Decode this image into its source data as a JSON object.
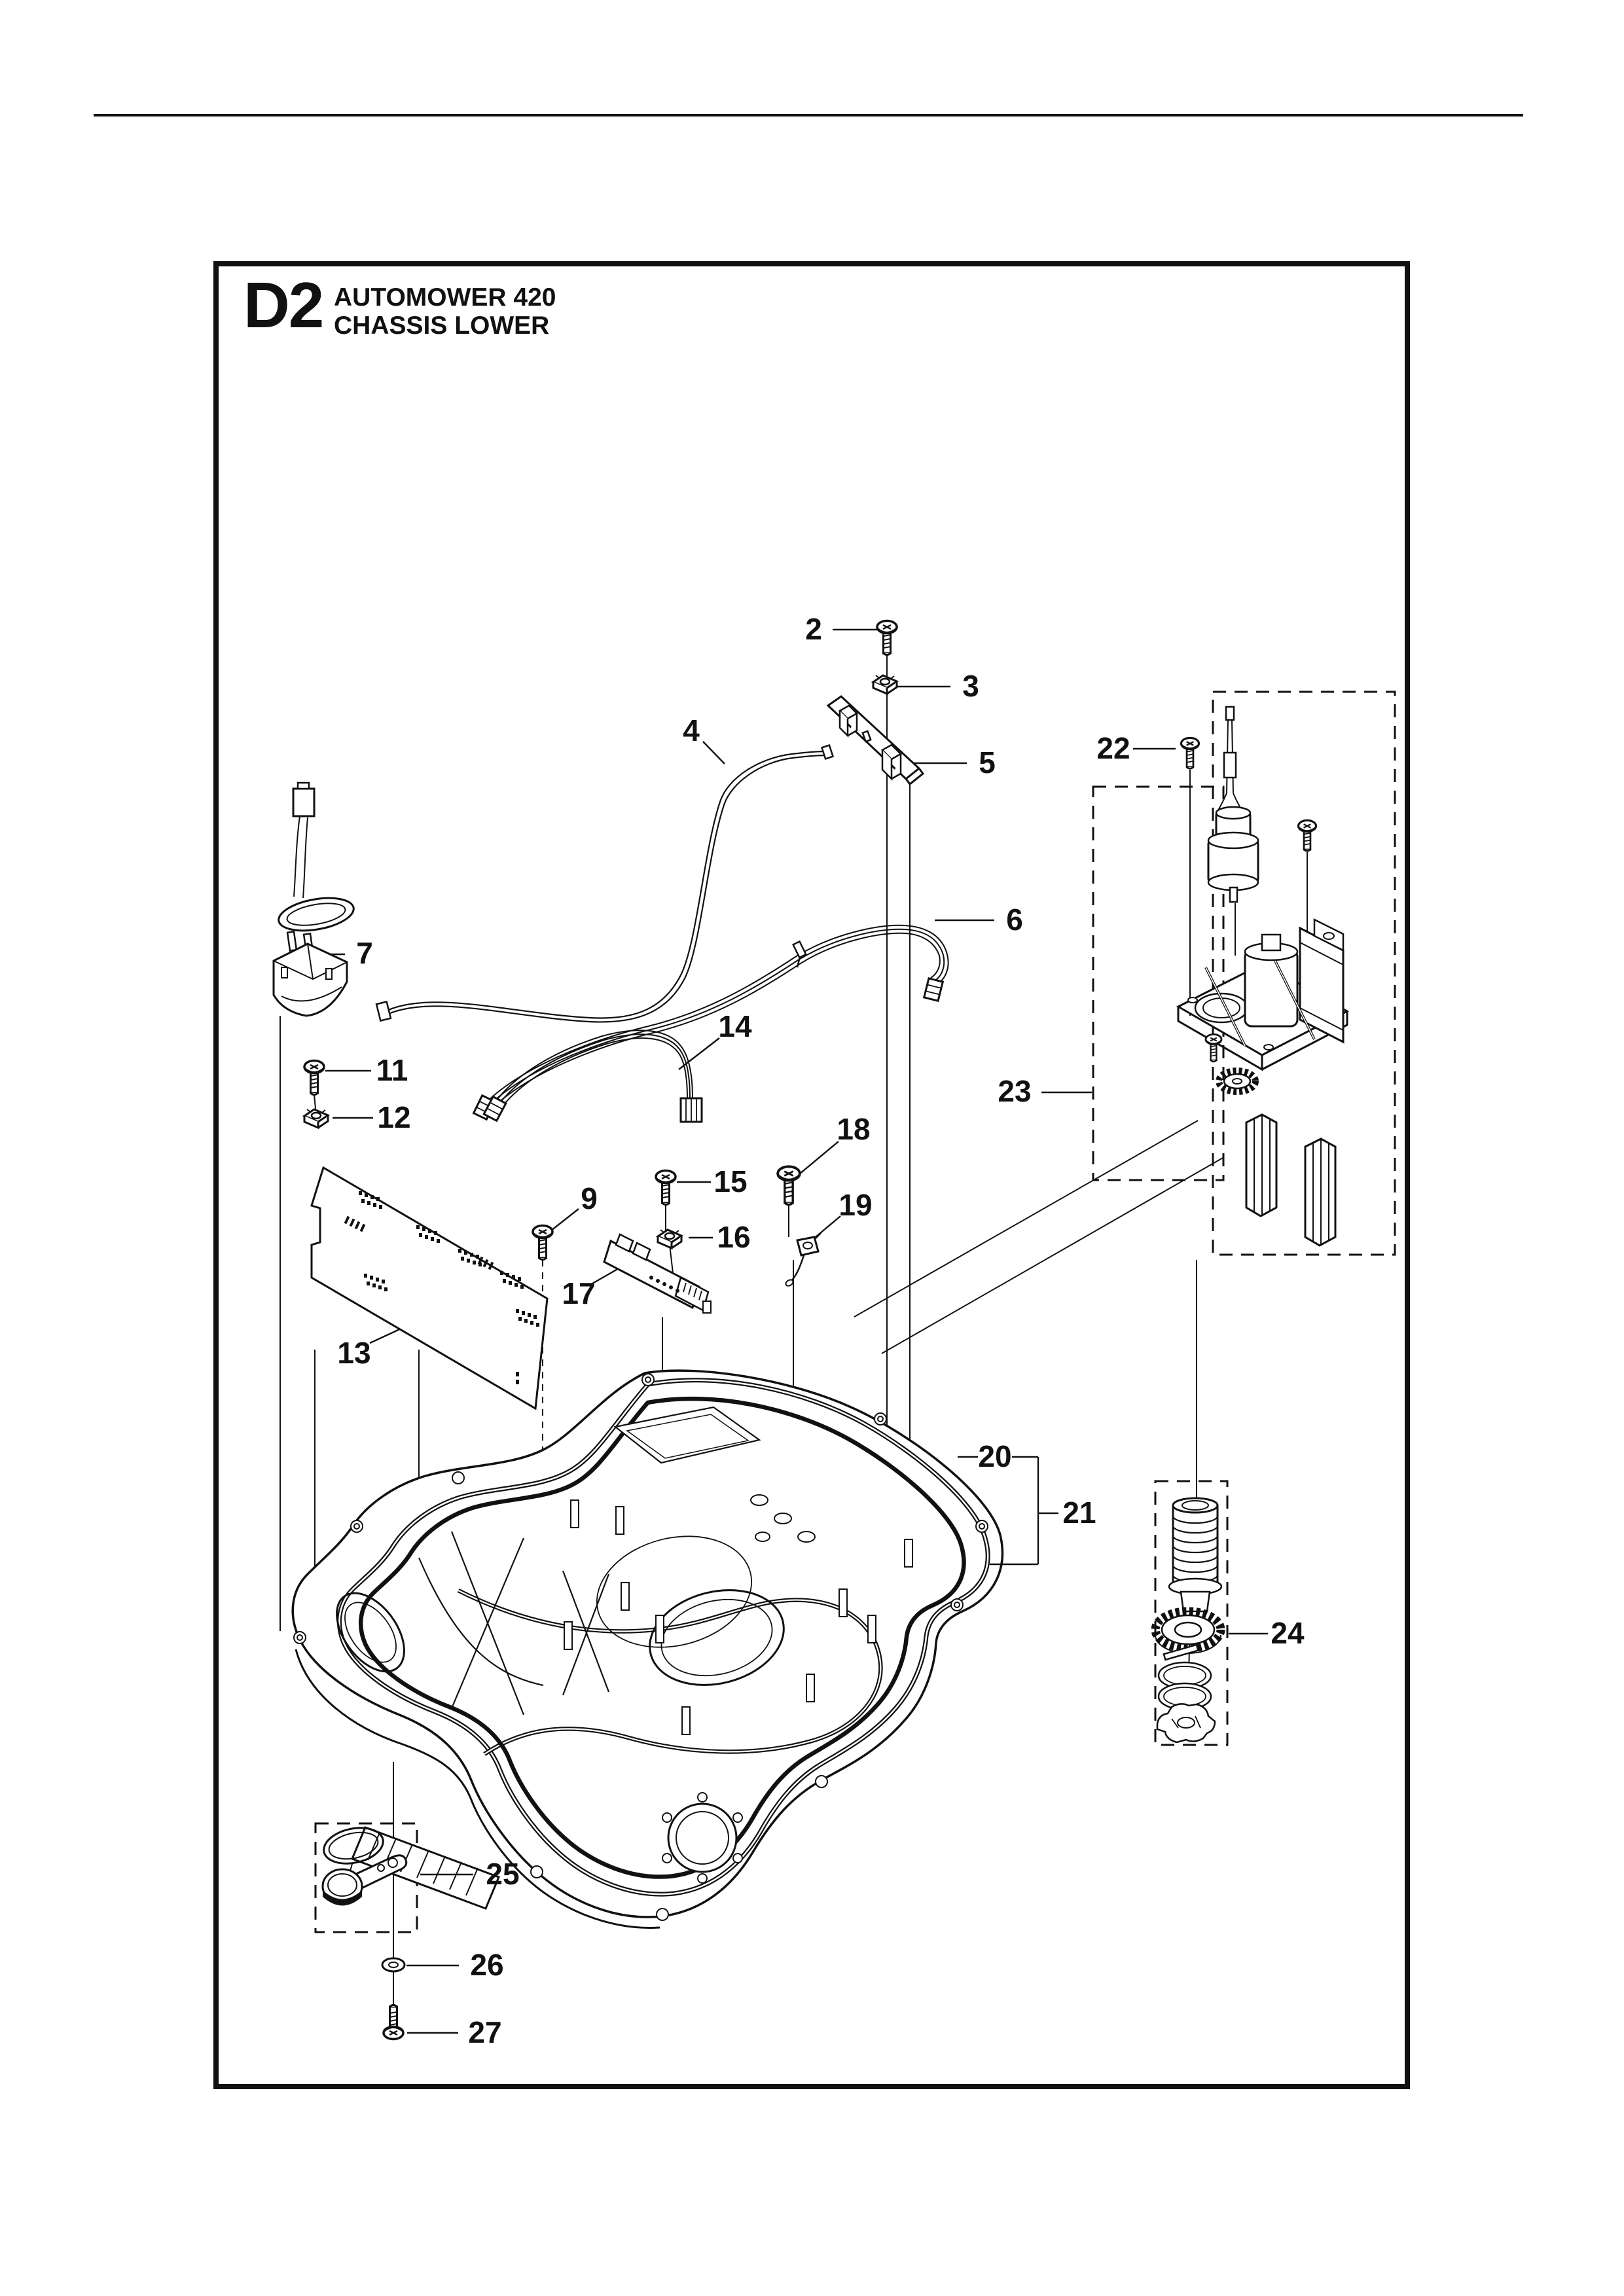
{
  "header": {
    "code": "D2",
    "product": "AUTOMOWER 420",
    "section": "CHASSIS LOWER"
  },
  "diagram": {
    "type": "exploded-parts-diagram",
    "line_color": "#111111",
    "background": "#ffffff"
  },
  "callouts": [
    {
      "number": "2"
    },
    {
      "number": "3"
    },
    {
      "number": "4"
    },
    {
      "number": "5"
    },
    {
      "number": "6"
    },
    {
      "number": "7"
    },
    {
      "number": "9"
    },
    {
      "number": "11"
    },
    {
      "number": "12"
    },
    {
      "number": "13"
    },
    {
      "number": "14"
    },
    {
      "number": "15"
    },
    {
      "number": "16"
    },
    {
      "number": "17"
    },
    {
      "number": "18"
    },
    {
      "number": "19"
    },
    {
      "number": "20"
    },
    {
      "number": "21"
    },
    {
      "number": "22"
    },
    {
      "number": "23"
    },
    {
      "number": "24"
    },
    {
      "number": "25"
    },
    {
      "number": "26"
    },
    {
      "number": "27"
    }
  ]
}
